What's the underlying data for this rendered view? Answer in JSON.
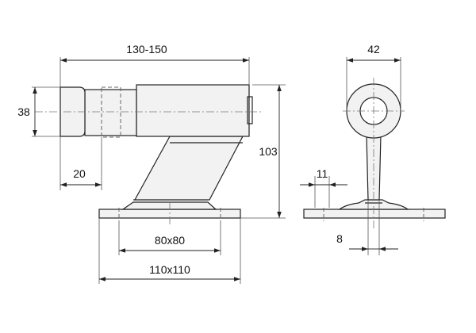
{
  "dimensions": {
    "overall_length": "130-150",
    "body_diameter": "38",
    "end_length": "20",
    "height": "103",
    "bolt_pattern": "80x80",
    "base_plate": "110x110",
    "tube_diameter": "42",
    "stem_width": "11",
    "stem_thickness": "8"
  },
  "colors": {
    "line": "#222222",
    "fill": "#f2f2f2",
    "background": "#ffffff"
  }
}
